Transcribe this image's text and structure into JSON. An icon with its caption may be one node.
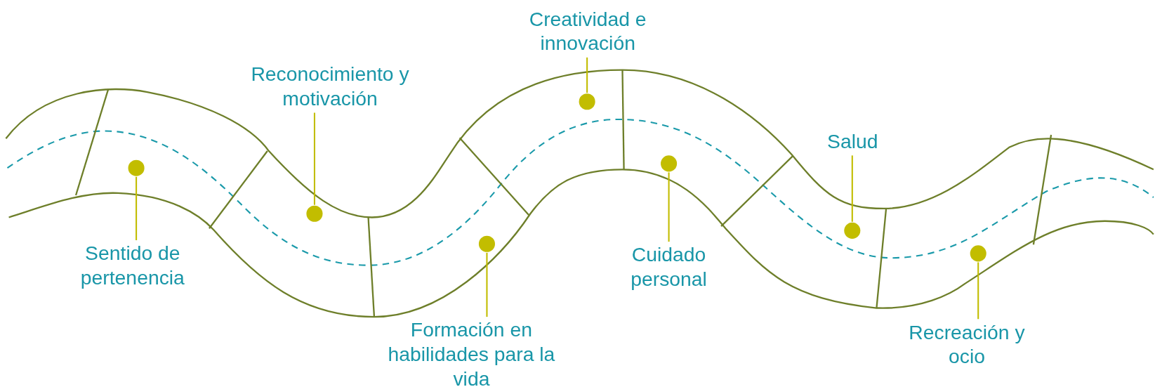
{
  "diagram": {
    "nodes": [
      {
        "text": [
          "Sentido de pertenencia"
        ]
      },
      {
        "text": [],
        "shape": "circle"
      },
      {
        "text": [
          "Reconocimiento y motivación"
        ]
      },
      {
        "text": [],
        "shape": "circle"
      },
      {
        "text": [
          "Creatividad e innovación"
        ]
      },
      {
        "text": [],
        "shape": "circle"
      },
      {
        "text": [
          "Formación en habilidades para la vida"
        ]
      },
      {
        "text": [],
        "shape": "circle"
      },
      {
        "text": [
          "Cuidado personal"
        ]
      },
      {
        "text": [],
        "shape": "circle"
      },
      {
        "text": [
          "Salud"
        ]
      },
      {
        "text": [],
        "shape": "circle"
      },
      {
        "text": [
          "Recreación y ocio"
        ]
      },
      {
        "text": [],
        "shape": "circle"
      }
    ],
    "edges": [
      {
        "from": 0,
        "to": 1,
        "arrow": "none"
      },
      {
        "from": 2,
        "to": 3,
        "arrow": "none"
      },
      {
        "from": 4,
        "to": 5,
        "arrow": "none"
      },
      {
        "from": 6,
        "to": 7,
        "arrow": "none"
      },
      {
        "from": 8,
        "to": 9,
        "arrow": "none"
      },
      {
        "from": 10,
        "to": 11,
        "arrow": "none"
      },
      {
        "from": 12,
        "to": 13,
        "arrow": "none"
      }
    ]
  }
}
